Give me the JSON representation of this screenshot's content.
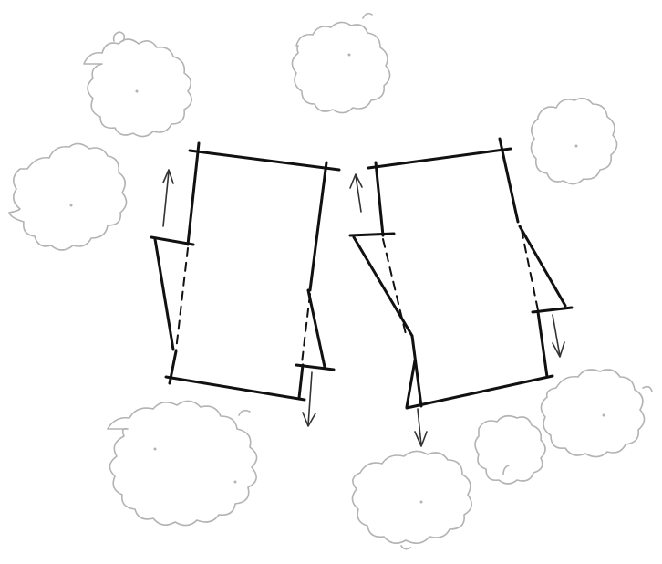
{
  "diagram": {
    "kind": "hand-drawn site plan sketch",
    "colors": {
      "buildings": "#111111",
      "trees": "#b3b3b3",
      "arrows": "#333333",
      "background": "#ffffff"
    },
    "trees": [
      {
        "name": "tree-top-left"
      },
      {
        "name": "tree-top-center"
      },
      {
        "name": "tree-right"
      },
      {
        "name": "tree-left"
      },
      {
        "name": "tree-bottom-left"
      },
      {
        "name": "tree-bottom-center"
      },
      {
        "name": "tree-bottom-right-small"
      },
      {
        "name": "tree-bottom-right-large"
      }
    ],
    "buildings": [
      {
        "name": "building-left",
        "sliding_panels": 2
      },
      {
        "name": "building-right",
        "sliding_panels": 3
      }
    ],
    "arrow_directions": [
      "up",
      "down",
      "up",
      "down",
      "down"
    ]
  }
}
